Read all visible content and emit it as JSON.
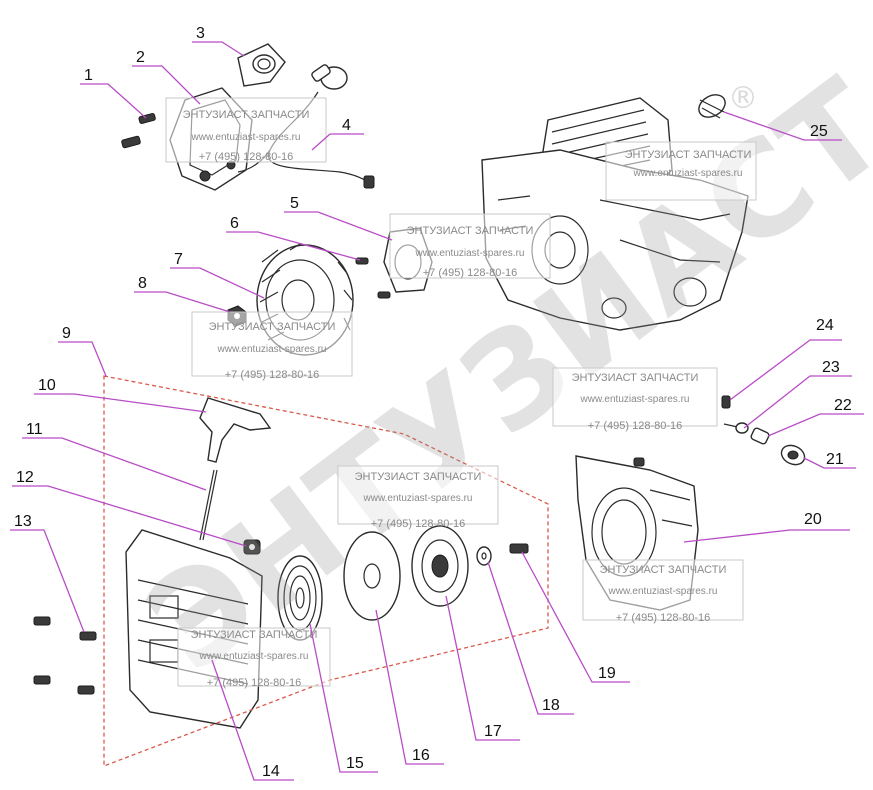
{
  "diagram": {
    "watermark_brand": "ЭНТУЗИАСТ",
    "watermark_registered": "®",
    "watermark_label": {
      "title": "ЭНТУЗИАСТ ЗАПЧАСТИ",
      "website": "www.entuziast-spares.ru",
      "phone": "+7 (495) 128-80-16"
    },
    "callouts": [
      "1",
      "2",
      "3",
      "4",
      "5",
      "6",
      "7",
      "8",
      "9",
      "10",
      "11",
      "12",
      "13",
      "14",
      "15",
      "16",
      "17",
      "18",
      "19",
      "20",
      "21",
      "22",
      "23",
      "24",
      "25"
    ]
  }
}
